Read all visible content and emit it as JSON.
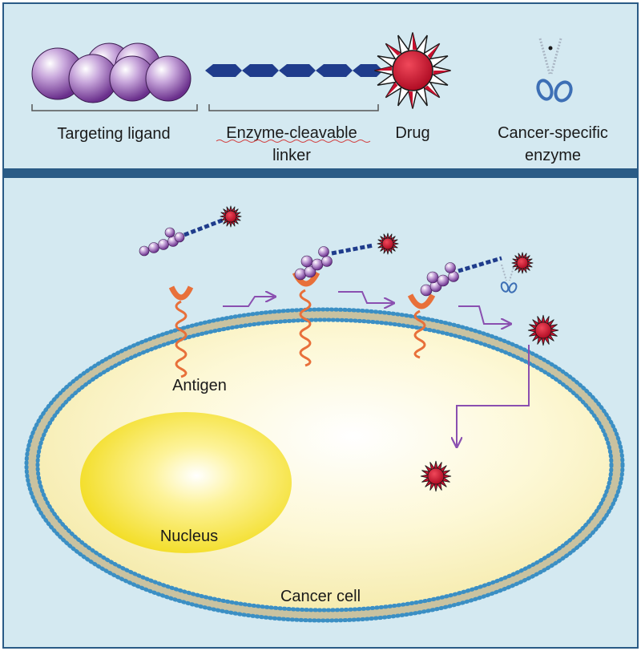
{
  "legend": {
    "targeting_ligand": "Targeting ligand",
    "linker_line1": "Enzyme-cleavable",
    "linker_line2": "linker",
    "drug": "Drug",
    "enzyme_line1": "Cancer-specific",
    "enzyme_line2": "enzyme"
  },
  "cell": {
    "antigen": "Antigen",
    "nucleus": "Nucleus",
    "cancer_cell": "Cancer cell"
  },
  "colors": {
    "panel_bg": "#d4e9f1",
    "panel_border": "#2a5b86",
    "divider": "#2a5b86",
    "ligand": "#7a3d9c",
    "linker": "#1f3c8c",
    "drug_red": "#c8102e",
    "antigen": "#e8703a",
    "arrow": "#8a4fb0",
    "membrane_head": "#3b8fc4",
    "cell_fill": "#fbf5c8",
    "nucleus": "#f7e23a",
    "scissors": "#3d6fb5"
  }
}
